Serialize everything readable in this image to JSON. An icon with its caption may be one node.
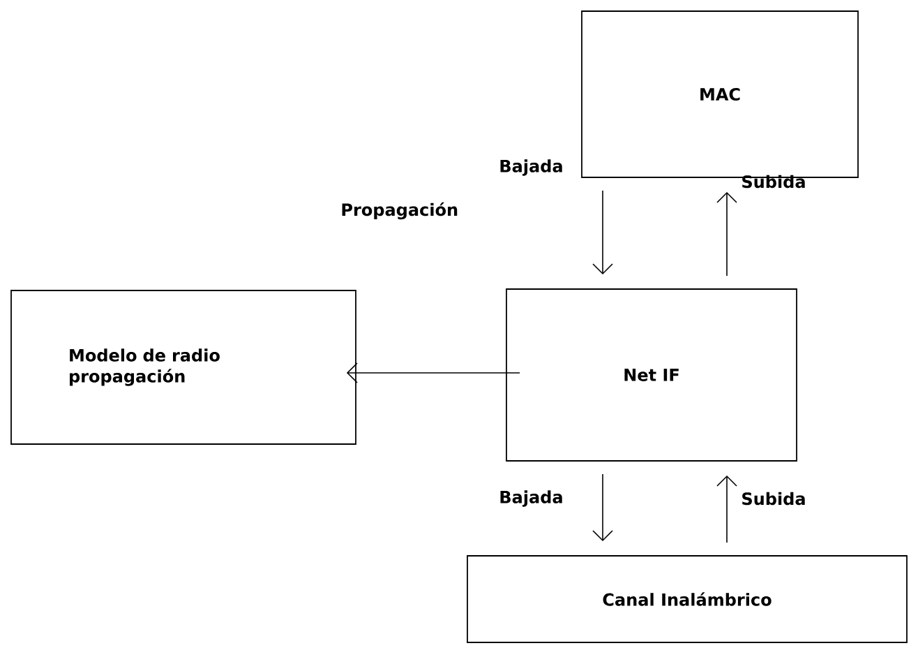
{
  "diagram": {
    "nodes": [
      {
        "text": [
          "MAC"
        ]
      },
      {
        "text": [
          "Net IF"
        ]
      },
      {
        "text": [
          "Modelo de radio propagación"
        ]
      },
      {
        "text": [
          "Canal Inalámbrico"
        ]
      }
    ],
    "edges": [
      {
        "from": 0,
        "to": 1,
        "arrow": "to",
        "label": "Bajada"
      },
      {
        "from": 1,
        "to": 0,
        "arrow": "to",
        "label": "Subida"
      },
      {
        "from": 1,
        "to": 2,
        "arrow": "to"
      },
      {
        "from": 1,
        "to": 3,
        "arrow": "to",
        "label": "Bajada"
      },
      {
        "from": 3,
        "to": 1,
        "arrow": "to",
        "label": "Subida"
      }
    ],
    "labels": [
      "Propagación"
    ]
  }
}
